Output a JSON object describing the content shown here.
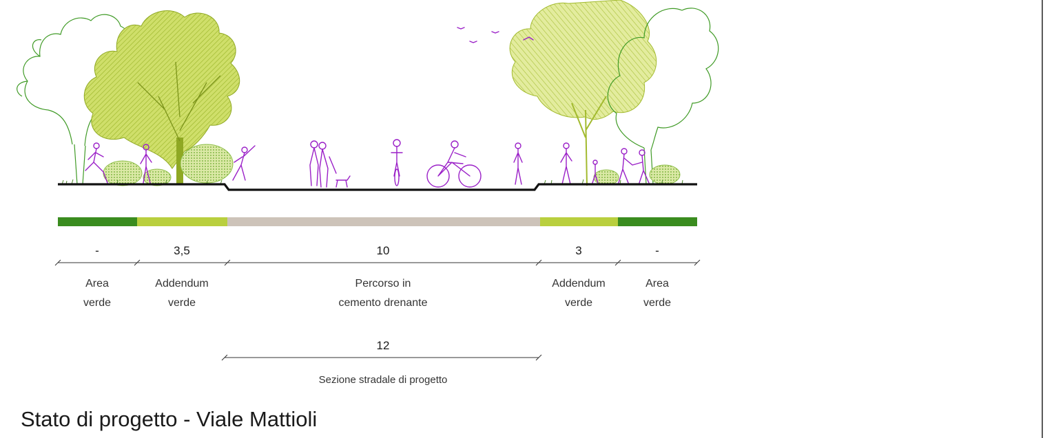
{
  "title": "Stato di progetto - Viale Mattioli",
  "colors": {
    "dark_green": "#3a8c1f",
    "light_green": "#b9cf3e",
    "pavement": "#cdc3b9",
    "tree_fill": "#c2d64a",
    "people": "#9a1fc7",
    "ground_line": "#111111"
  },
  "bands": [
    {
      "color": "dark_green",
      "value": "-",
      "label_line1": "Area",
      "label_line2": "verde"
    },
    {
      "color": "light_green",
      "value": "3,5",
      "label_line1": "Addendum",
      "label_line2": "verde"
    },
    {
      "color": "pavement",
      "value": "10",
      "label_line1": "Percorso in",
      "label_line2": "cemento drenante"
    },
    {
      "color": "light_green",
      "value": "3",
      "label_line1": "Addendum",
      "label_line2": "verde"
    },
    {
      "color": "dark_green",
      "value": "-",
      "label_line1": "Area",
      "label_line2": "verde"
    }
  ],
  "total": {
    "value": "12",
    "label": "Sezione stradale di progetto"
  }
}
